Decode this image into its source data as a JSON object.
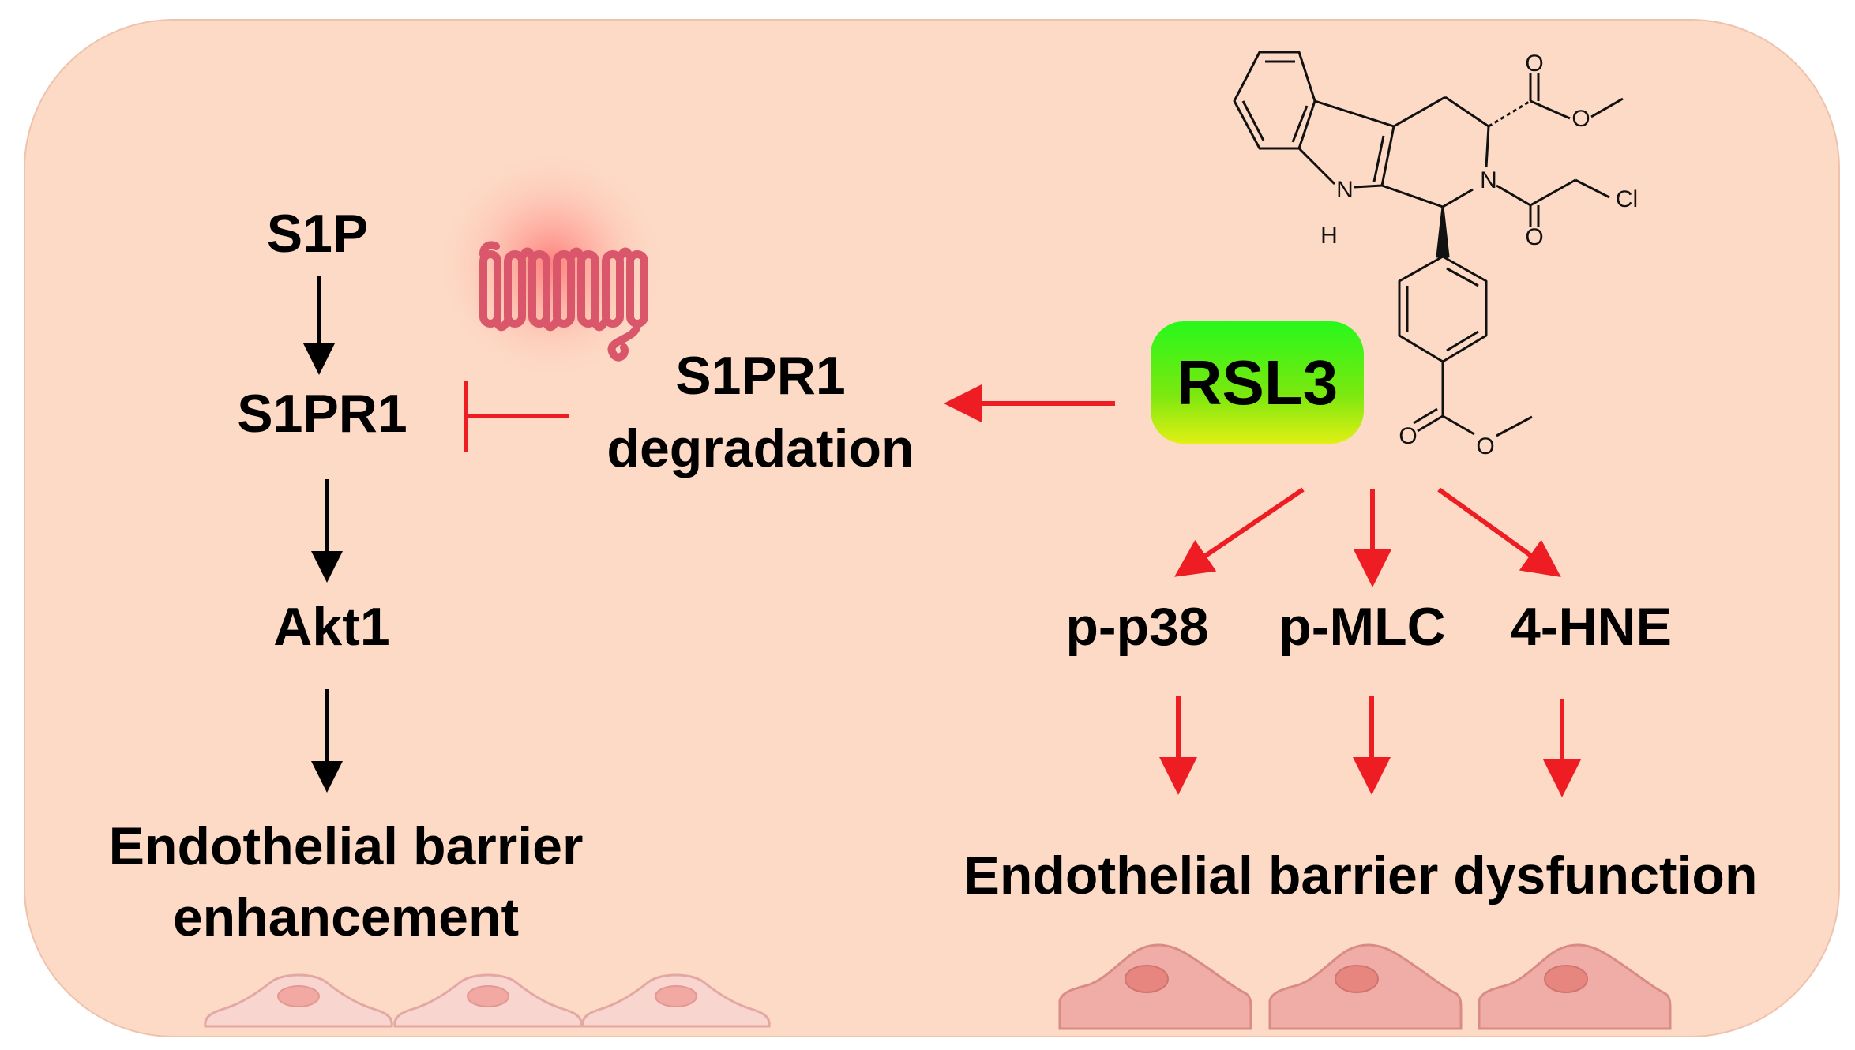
{
  "colors": {
    "background": "#fddac6",
    "inhibition_arrows": "#ee1d24",
    "activation_arrows": "#000000",
    "rsl3_badge_top": "#27f81c",
    "rsl3_badge_bottom": "#e2ef14",
    "cell_light": "#f9ccc8",
    "cell_dark": "#ec9a96",
    "receptor": "#d9566b"
  },
  "left_pathway": {
    "s1p": "S1P",
    "s1pr1": "S1PR1",
    "akt1": "Akt1",
    "outcome_line1": "Endothelial barrier",
    "outcome_line2": "enhancement"
  },
  "middle": {
    "degradation_line1": "S1PR1",
    "degradation_line2": "degradation"
  },
  "right_pathway": {
    "drug": "RSL3",
    "markers": [
      "p-p38",
      "p-MLC",
      "4-HNE"
    ],
    "outcome": "Endothelial barrier dysfunction"
  },
  "structure_atoms": {
    "n_indole": "N",
    "h_indole": "H",
    "n_ring": "N",
    "o_ester1_carbonyl": "O",
    "o_ester1_ether": "O",
    "o_amide": "O",
    "cl": "Cl",
    "o_ester2_carbonyl": "O",
    "o_ester2_ether": "O"
  },
  "icons": [
    "s1pr1-receptor-icon",
    "endothelial-cell-icon",
    "rsl3-chemical-structure"
  ]
}
